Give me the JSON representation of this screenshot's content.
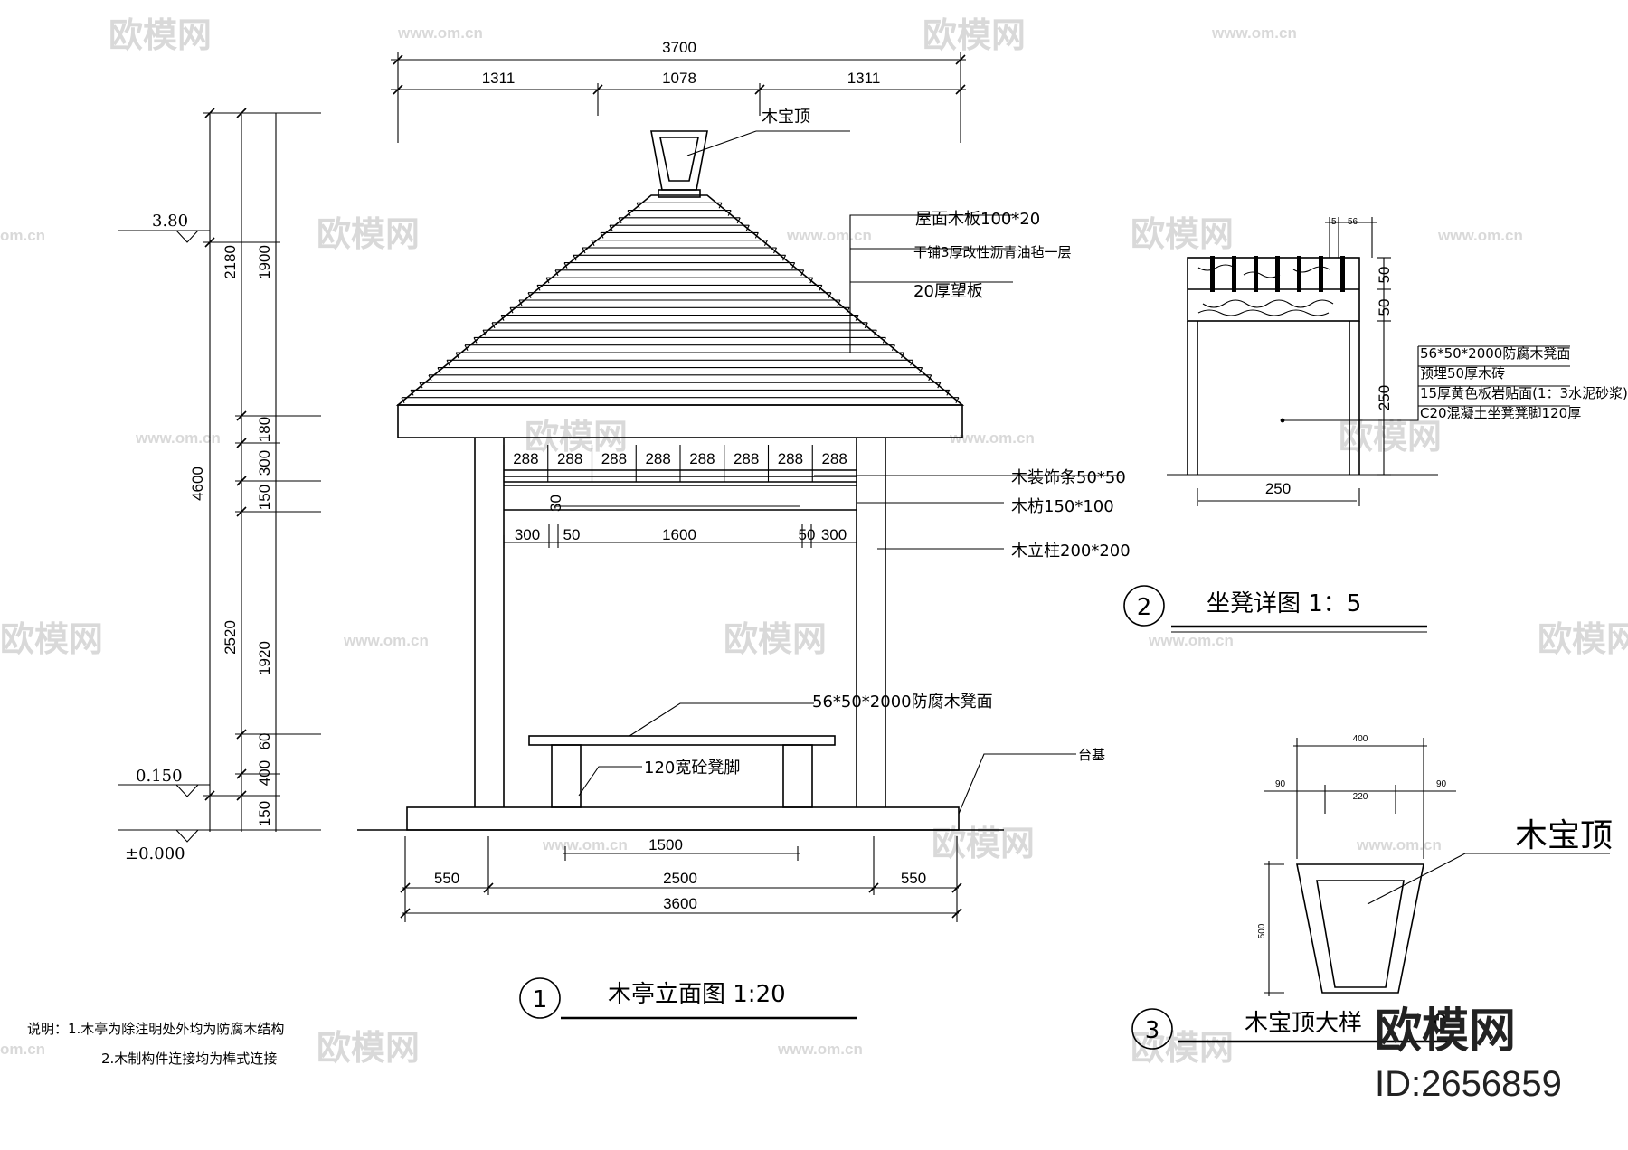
{
  "watermark": {
    "text": "欧模网",
    "url": "www.om.cn",
    "url_short": "om.cn",
    "brand": "欧模网",
    "id": "ID:2656859"
  },
  "elevation": {
    "title": "木亭立面图  1:20",
    "number": "1",
    "top_dims": {
      "total": "3700",
      "left": "1311",
      "mid": "1078",
      "right": "1311"
    },
    "finial_label": "木宝顶",
    "roof_notes": [
      "屋面木板100*20",
      "干铺3厚改性沥青油毡一层",
      "20厚望板"
    ],
    "beam_spacing": [
      "288",
      "288",
      "288",
      "288",
      "288",
      "288",
      "288",
      "288"
    ],
    "inner_dims": {
      "d30": "30",
      "a": "300",
      "b": "50",
      "c": "1600",
      "d": "50",
      "e": "300"
    },
    "right_labels": [
      "木装饰条50*50",
      "木枋150*100",
      "木立柱200*200"
    ],
    "bench_label": "56*50*2000防腐木凳面",
    "bench_leg_label": "120宽砼凳脚",
    "base_label": "台基",
    "bottom_dims": {
      "inner": "1500",
      "left": "550",
      "mid": "2500",
      "right": "550",
      "total": "3600"
    },
    "levels": {
      "top": "3.80",
      "mid": "0.150",
      "ground": "±0.000"
    },
    "left_dims": {
      "outer_total": "4600",
      "outer_top": "2180",
      "outer_bottom": "2520",
      "inner": [
        "1900",
        "180",
        "300",
        "150",
        "1920",
        "60",
        "400",
        "150"
      ]
    }
  },
  "notes": [
    "说明：1.木亭为除注明处外均为防腐木结构",
    "2.木制构件连接均为榫式连接"
  ],
  "bench_detail": {
    "title": "坐凳详图   1：5",
    "number": "2",
    "top_dims": [
      "5",
      "56"
    ],
    "side_dims": [
      "50",
      "50",
      "250"
    ],
    "bottom_dim": "250",
    "notes": [
      "56*50*2000防腐木凳面",
      "预埋50厚木砖",
      "15厚黄色板岩贴面(1：3水泥砂浆)",
      "C20混凝土坐凳凳脚120厚"
    ]
  },
  "finial_detail": {
    "title": "木宝顶大样",
    "title_suffix": "0",
    "number": "3",
    "label": "木宝顶",
    "dims": {
      "top": "400",
      "left": "90",
      "mid": "220",
      "right": "90",
      "height": "500"
    }
  }
}
